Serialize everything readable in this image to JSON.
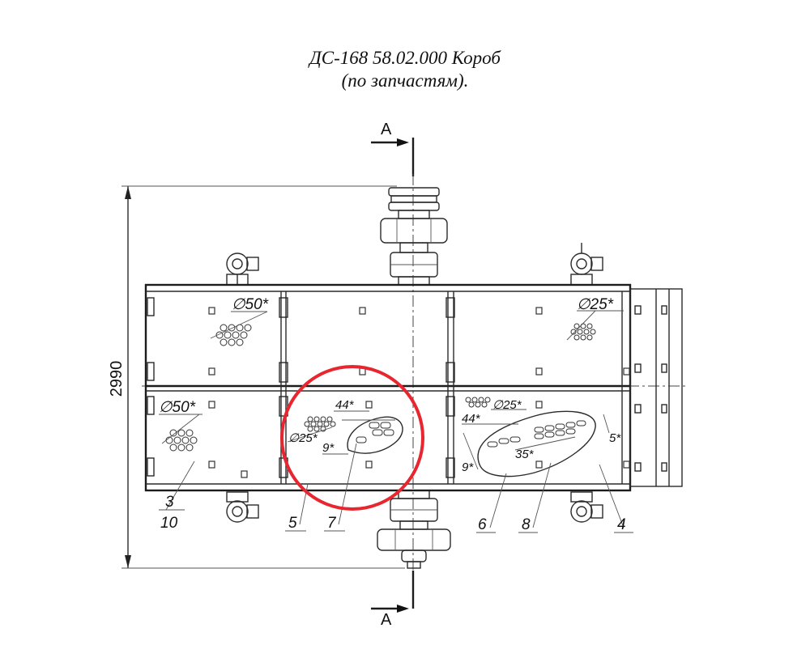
{
  "title": {
    "line1": "ДС-168 58.02.000 Короб",
    "line2": "(по запчастям)."
  },
  "dimension": {
    "overall_height": "2990"
  },
  "section": {
    "top": "А",
    "bottom": "А"
  },
  "callouts": {
    "d50_top": "∅50*",
    "d25_top": "∅25*",
    "d50_bottom": "∅50*",
    "d25_mid": "∅25*",
    "d25_right": "∅25*",
    "s44_mid": "44*",
    "s44_right": "44*",
    "s9_mid": "9*",
    "s9_right": "9*",
    "s35": "35*",
    "s5": "5*"
  },
  "parts": {
    "p3": "3",
    "p10": "10",
    "p5": "5",
    "p7": "7",
    "p6": "6",
    "p8": "8",
    "p4": "4"
  },
  "highlight_color": "#e8262f"
}
